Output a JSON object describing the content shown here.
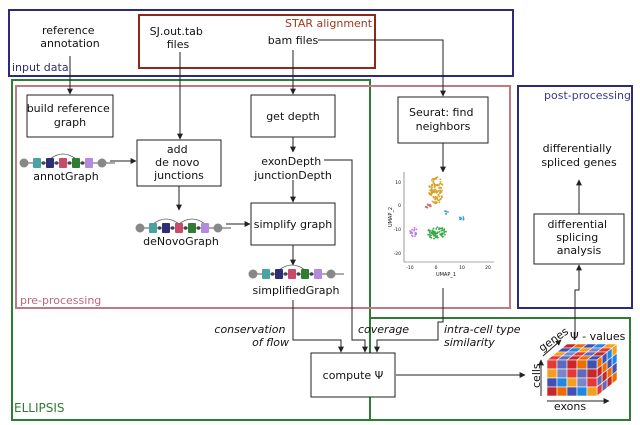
{
  "groups": {
    "input": "input data",
    "star": "STAR alignment",
    "ellipsis": "ELLIPSIS",
    "preprocessing": "pre-processing",
    "postprocessing": "post-processing"
  },
  "inputs": {
    "reference": [
      "reference",
      "annotation"
    ],
    "sj": [
      "SJ.out.tab",
      "files"
    ],
    "bam": "bam files"
  },
  "boxes": {
    "build_ref": [
      "build reference",
      "graph"
    ],
    "add_denovo": [
      "add",
      "de novo",
      "junctions"
    ],
    "get_depth": "get depth",
    "simplify": "simplify graph",
    "seurat": [
      "Seurat: find",
      "neighbors"
    ],
    "compute": "compute Ψ",
    "diff_analysis": [
      "differential",
      "splicing",
      "analysis"
    ]
  },
  "labels": {
    "annot_graph": "annotGraph",
    "denovo_graph": "deNovoGraph",
    "simplified_graph": "simplifiedGraph",
    "exon_depth": "exonDepth",
    "junction_depth": "junctionDepth",
    "diff_genes": [
      "differentially",
      "spliced genes"
    ],
    "conservation": [
      "conservation",
      "of flow"
    ],
    "coverage": "coverage",
    "intra_cell": [
      "intra-cell type",
      "similarity"
    ]
  },
  "cube": {
    "genes": "genes",
    "psi_values": "Ψ - values",
    "cells": "cells",
    "exons": "exons"
  },
  "umap": {
    "xlabel": "UMAP_1",
    "ylabel": "UMAP_2",
    "xticks": [
      "-10",
      "0",
      "10",
      "20"
    ],
    "yticks": [
      "10",
      "0",
      "-10",
      "-20"
    ]
  },
  "colors": {
    "input_border": "#2b2b7a",
    "star_border": "#8b2a1a",
    "star_text": "#a0391c",
    "ellipsis_border": "#2e7d32",
    "pre_border": "#c07a86",
    "pre_text": "#c0667a",
    "post_border": "#2b2b7a",
    "post_text": "#3a3a9a",
    "graph_nodes": [
      "#4aa3a3",
      "#2d2d7a",
      "#c94a6a",
      "#2e7d32",
      "#b48ae0"
    ]
  }
}
